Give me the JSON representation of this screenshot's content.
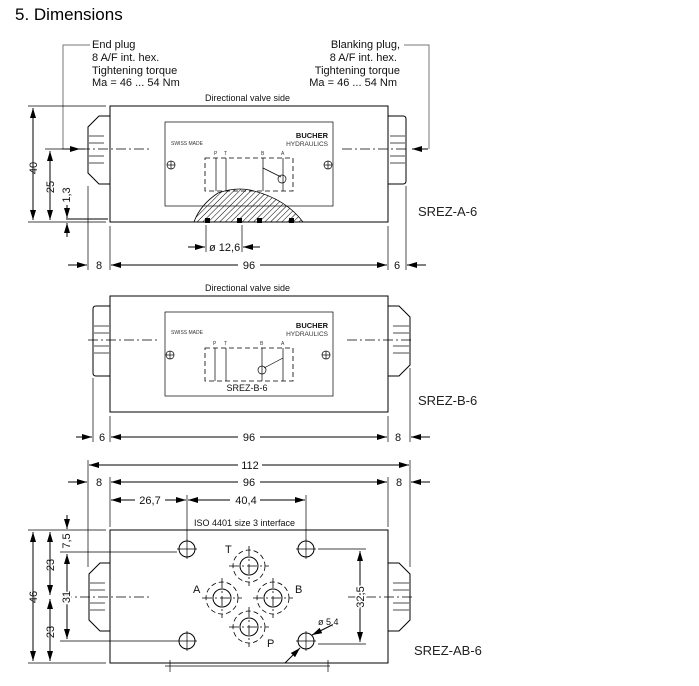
{
  "section_title": "5.  Dimensions",
  "top_view": {
    "end_plug_note": [
      "End plug",
      "8 A/F int. hex.",
      "Tightening torque",
      "Ma = 46 ... 54 Nm"
    ],
    "blanking_plug_note": [
      "Blanking plug,",
      "8 A/F int. hex.",
      "Tightening torque",
      "Ma = 46 ... 54 Nm"
    ],
    "side_label": "Directional valve side",
    "brand": "BUCHER",
    "brand_sub": "HYDRAULICS",
    "swiss_made": "SWISS MADE",
    "ports": [
      "P",
      "T",
      "B",
      "A"
    ],
    "dims": {
      "height": "40",
      "centerline": "25",
      "offset": "1,3",
      "diameter": "ø 12,6",
      "left": "8",
      "length": "96",
      "right": "6"
    },
    "model": "SREZ-A-6"
  },
  "middle_view": {
    "side_label": "Directional valve side",
    "brand": "BUCHER",
    "brand_sub": "HYDRAULICS",
    "swiss_made": "SWISS MADE",
    "ports": [
      "P",
      "T",
      "B",
      "A"
    ],
    "plate_model": "SREZ-B-6",
    "dims": {
      "left": "6",
      "length": "96",
      "right": "8"
    },
    "model": "SREZ-B-6"
  },
  "bottom_view": {
    "dims": {
      "overall": "112",
      "left": "8",
      "length": "96",
      "right": "8",
      "hole_x1": "26,7",
      "hole_x2": "40,4",
      "top_offset": "7,5",
      "upper_half": "23",
      "lower_half": "23",
      "height": "46",
      "hole_y": "31",
      "hole_y2": "32,5",
      "hole_diameter": "ø 5,4"
    },
    "interface_label": "ISO 4401 size 3 interface",
    "port_labels": {
      "T": "T",
      "A": "A",
      "B": "B",
      "P": "P"
    },
    "model": "SREZ-AB-6"
  }
}
